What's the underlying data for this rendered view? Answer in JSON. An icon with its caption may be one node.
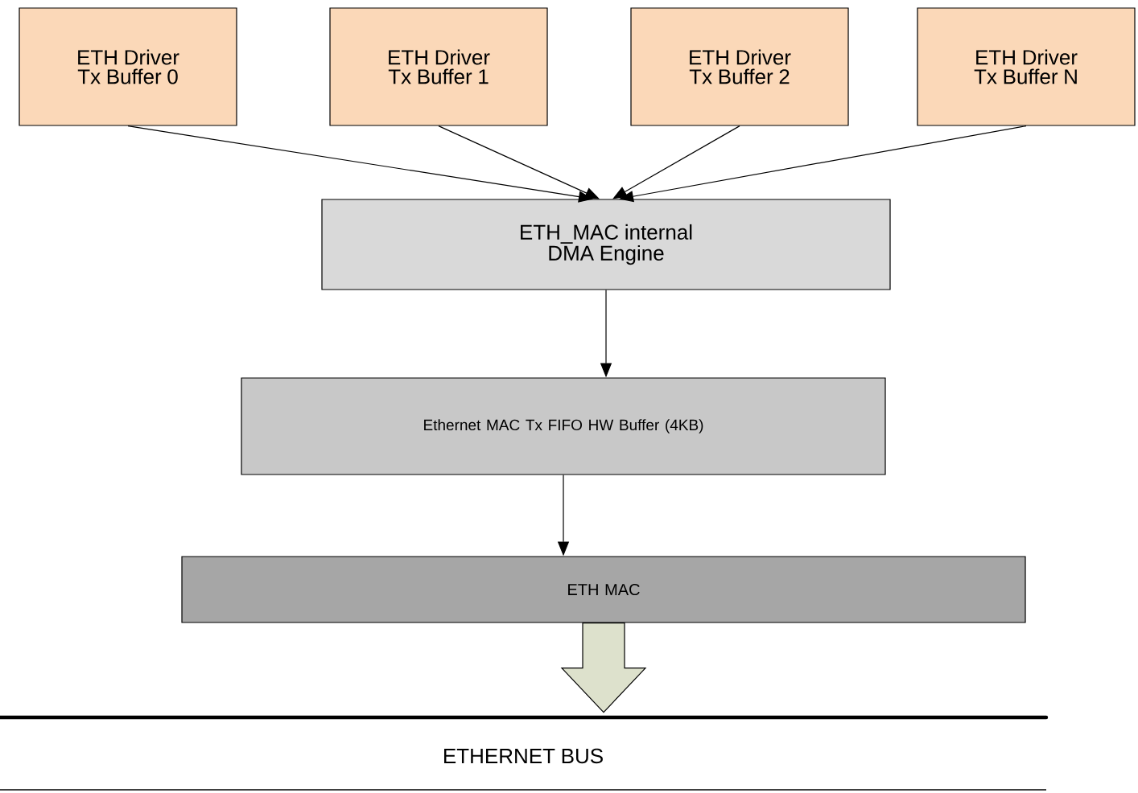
{
  "diagram": {
    "nodes": [
      {
        "text": [
          "ETH Driver Tx Buffer 0"
        ]
      },
      {
        "text": [
          "ETH Driver Tx Buffer 1"
        ]
      },
      {
        "text": [
          "ETH Driver Tx Buffer 2"
        ]
      },
      {
        "text": [
          "ETH Driver Tx Buffer N"
        ]
      },
      {
        "text": [
          "ETH_MAC internal DMA Engine"
        ]
      },
      {
        "text": [
          "Ethernet MAC Tx FIFO HW Buffer (4KB)"
        ]
      },
      {
        "text": [
          "ETH MAC"
        ]
      },
      {
        "text": [
          "ETHERNET BUS"
        ]
      }
    ],
    "edges": [
      {
        "from": 0,
        "to": 4,
        "arrow": "to"
      },
      {
        "from": 1,
        "to": 4,
        "arrow": "to"
      },
      {
        "from": 2,
        "to": 4,
        "arrow": "to"
      },
      {
        "from": 3,
        "to": 4,
        "arrow": "to"
      },
      {
        "from": 4,
        "to": 5,
        "arrow": "to"
      },
      {
        "from": 5,
        "to": 6,
        "arrow": "to"
      },
      {
        "from": 6,
        "to": 7,
        "arrow": "to",
        "style": "thick",
        "color": "#dde1cc"
      }
    ]
  }
}
